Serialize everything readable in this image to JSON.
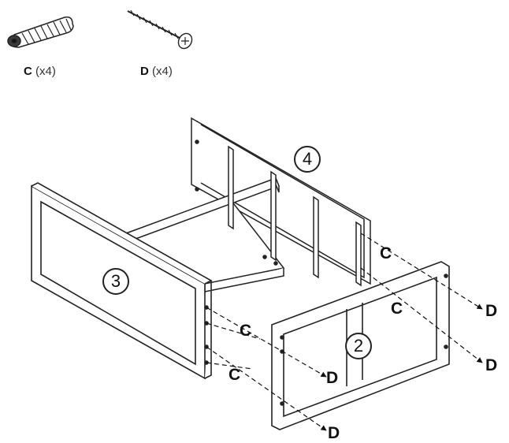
{
  "hardware": [
    {
      "letter": "C",
      "qty": "(x4)",
      "icon": "dowel-icon"
    },
    {
      "letter": "D",
      "qty": "(x4)",
      "icon": "screw-icon"
    }
  ],
  "parts": {
    "p2": "2",
    "p3": "3",
    "p4": "4"
  },
  "callouts": {
    "c": "C",
    "d": "D"
  }
}
